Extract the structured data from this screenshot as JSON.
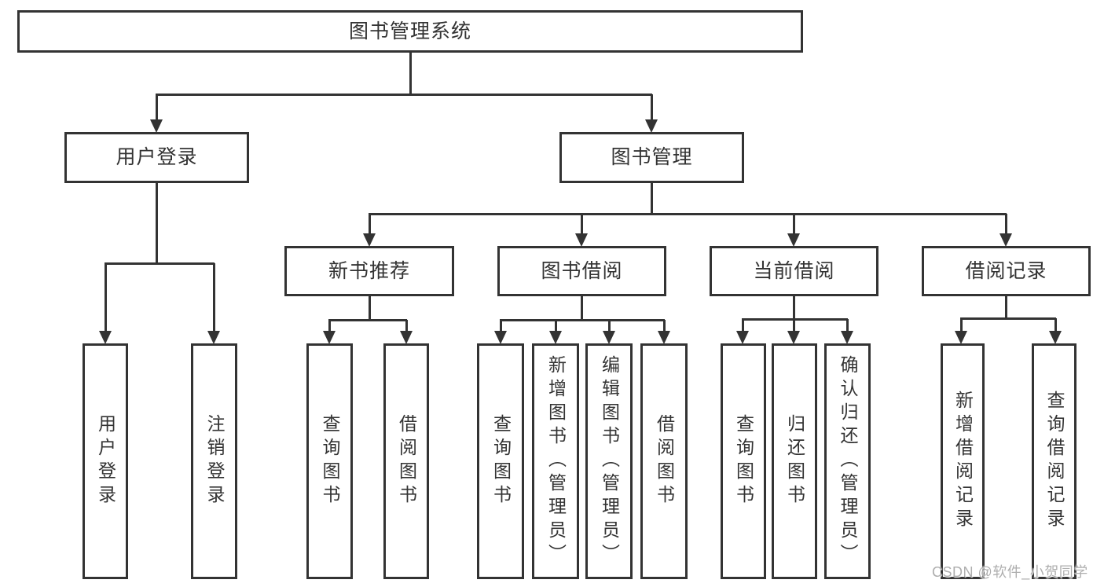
{
  "diagram": {
    "root": {
      "id": "library-management-system",
      "label": "图书管理系统"
    },
    "level2": [
      {
        "id": "user-login",
        "label": "用户登录"
      },
      {
        "id": "book-management",
        "label": "图书管理"
      }
    ],
    "level3": [
      {
        "id": "new-book-recommend",
        "label": "新书推荐",
        "parent": "图书管理"
      },
      {
        "id": "book-borrowing",
        "label": "图书借阅",
        "parent": "图书管理"
      },
      {
        "id": "current-borrowing",
        "label": "当前借阅",
        "parent": "图书管理"
      },
      {
        "id": "borrowing-records",
        "label": "借阅记录",
        "parent": "图书管理"
      }
    ],
    "leaves": [
      {
        "id": "login",
        "label": "用户登录",
        "parent": "用户登录"
      },
      {
        "id": "logout",
        "label": "注销登录",
        "parent": "用户登录"
      },
      {
        "id": "query-books-recommend",
        "label": "查询图书",
        "parent": "新书推荐"
      },
      {
        "id": "borrow-books-recommend",
        "label": "借阅图书",
        "parent": "新书推荐"
      },
      {
        "id": "query-books-borrowing",
        "label": "查询图书",
        "parent": "图书借阅"
      },
      {
        "id": "add-books-admin",
        "label": "新增图书（管理员）",
        "parent": "图书借阅"
      },
      {
        "id": "edit-books-admin",
        "label": "编辑图书（管理员）",
        "parent": "图书借阅"
      },
      {
        "id": "borrow-books-borrowing",
        "label": "借阅图书",
        "parent": "图书借阅"
      },
      {
        "id": "query-books-current",
        "label": "查询图书",
        "parent": "当前借阅"
      },
      {
        "id": "return-books",
        "label": "归还图书",
        "parent": "当前借阅"
      },
      {
        "id": "confirm-return-admin",
        "label": "确认归还（管理员）",
        "parent": "当前借阅"
      },
      {
        "id": "add-borrow-record",
        "label": "新增借阅记录",
        "parent": "借阅记录"
      },
      {
        "id": "query-borrow-record",
        "label": "查询借阅记录",
        "parent": "借阅记录"
      }
    ]
  },
  "watermark": {
    "text": "CSDN @软件_小贺同学"
  },
  "colors": {
    "line": "#333333",
    "box_border": "#333333",
    "text": "#333333",
    "background": "#ffffff",
    "watermark": "#aeaeae"
  }
}
